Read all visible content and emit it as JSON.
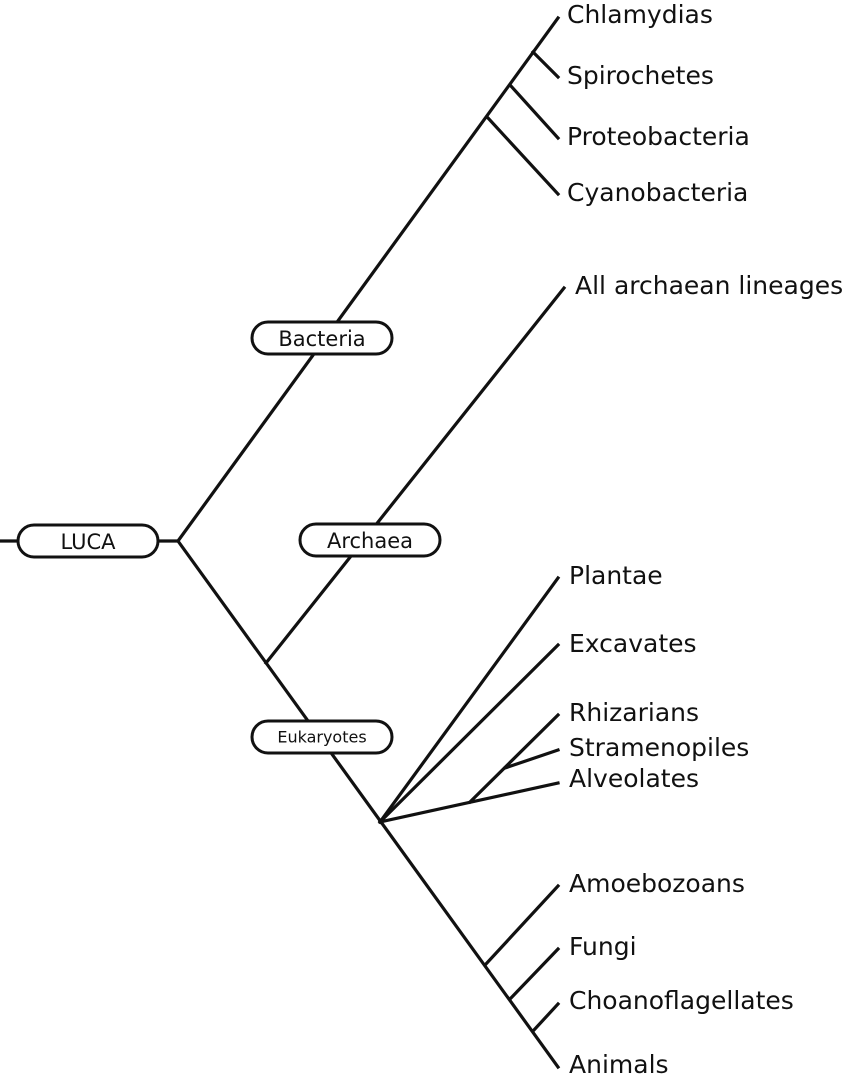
{
  "clades": {
    "root": "LUCA",
    "bacteria": "Bacteria",
    "archaea": "Archaea",
    "eukaryotes": "Eukaryotes"
  },
  "leaves": {
    "bacteria": [
      "Chlamydias",
      "Spirochetes",
      "Proteobacteria",
      "Cyanobacteria"
    ],
    "archaea": [
      "All archaean lineages"
    ],
    "eukaryotes": [
      "Plantae",
      "Excavates",
      "Rhizarians",
      "Stramenopiles",
      "Alveolates",
      "Amoebozoans",
      "Fungi",
      "Choanoflagellates",
      "Animals"
    ]
  }
}
